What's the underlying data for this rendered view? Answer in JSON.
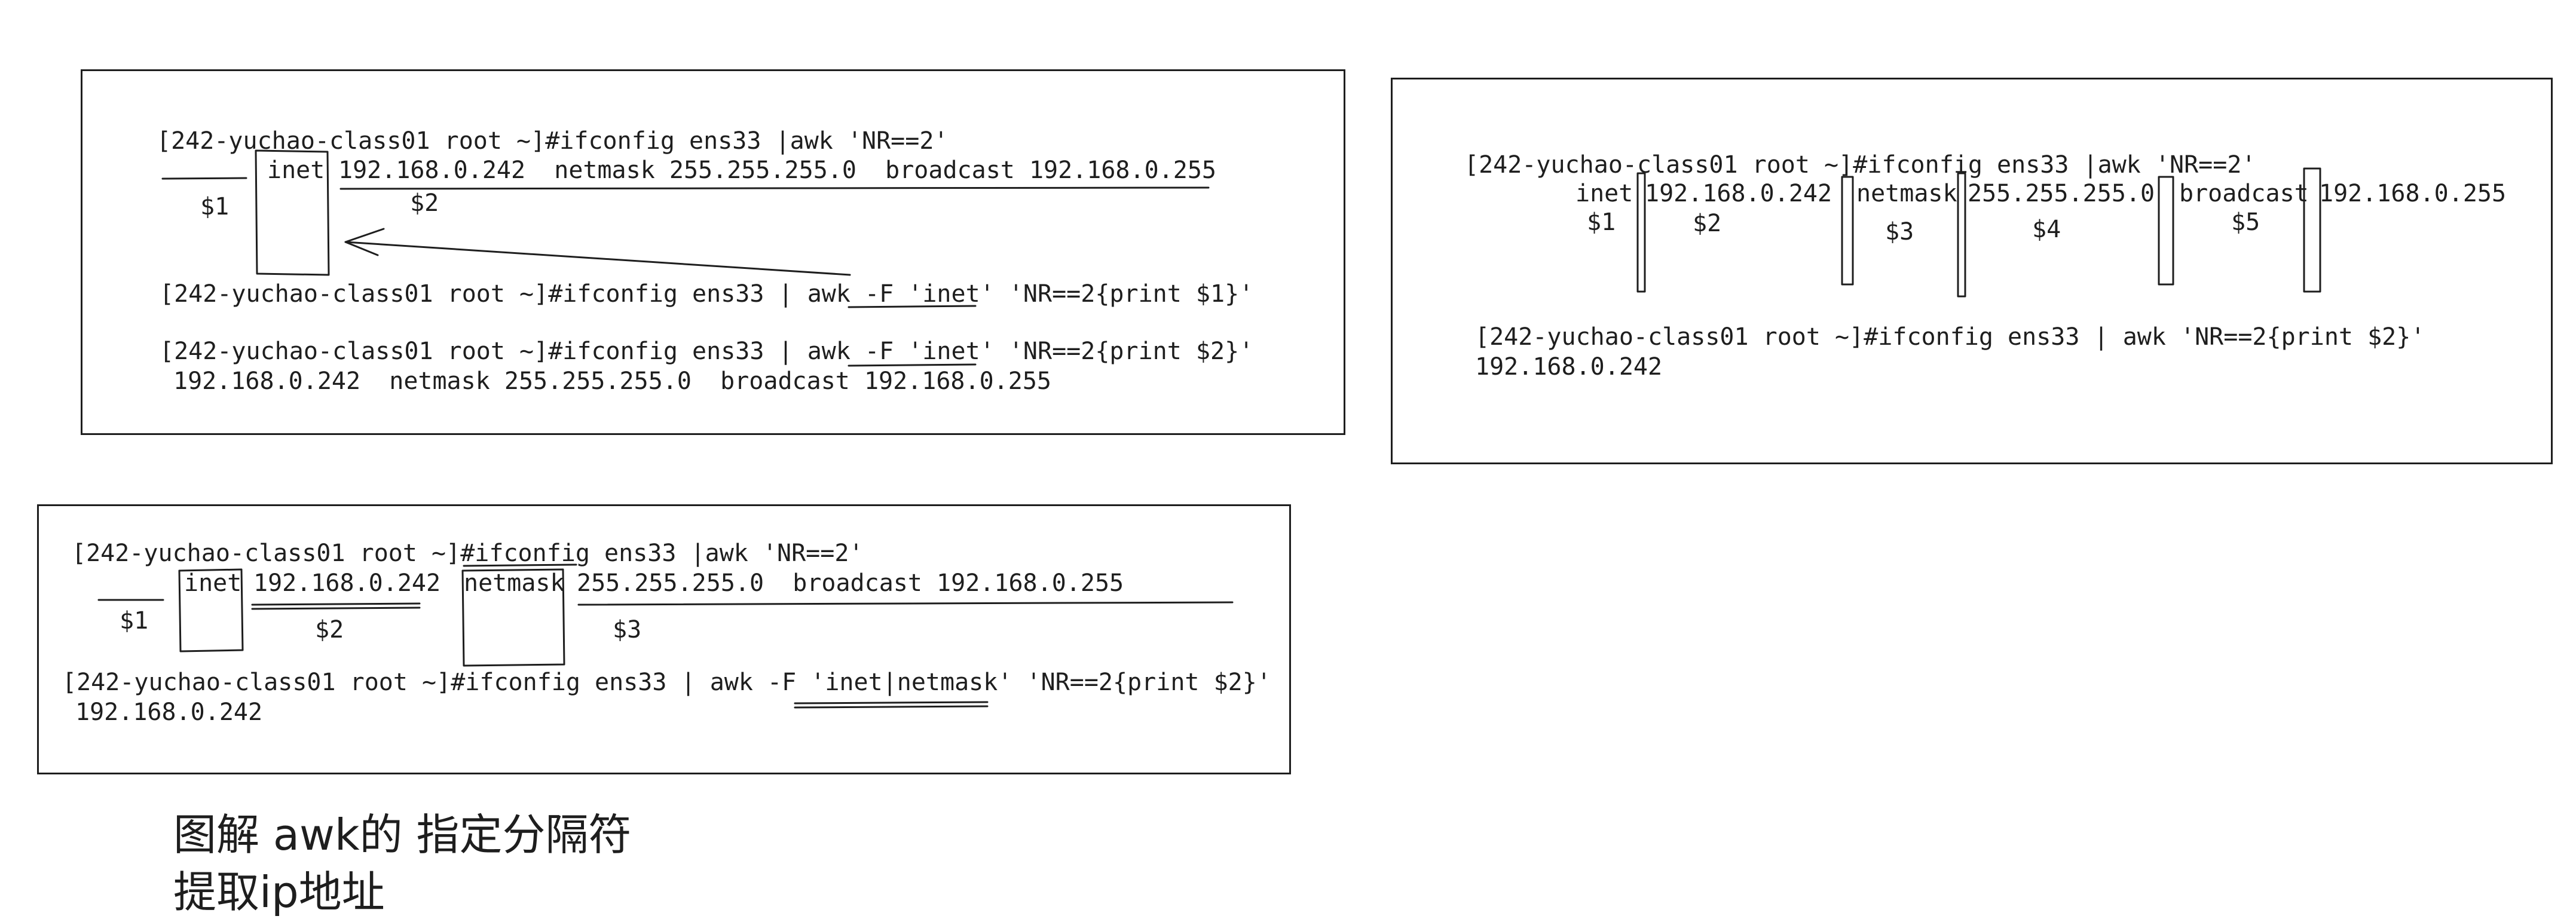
{
  "panel1": {
    "cmd1": "[242-yuchao-class01 root ~]#ifconfig ens33 |awk 'NR==2'",
    "out_inet": "inet",
    "out_rest": "192.168.0.242  netmask 255.255.255.0  broadcast 192.168.0.255",
    "label1": "$1",
    "label2": "$2",
    "cmd2": "[242-yuchao-class01 root ~]#ifconfig ens33 | awk -F 'inet' 'NR==2{print $1}'",
    "cmd3": "[242-yuchao-class01 root ~]#ifconfig ens33 | awk -F 'inet' 'NR==2{print $2}'",
    "out3": "192.168.0.242  netmask 255.255.255.0  broadcast 192.168.0.255"
  },
  "panel2": {
    "cmd1": "[242-yuchao-class01 root ~]#ifconfig ens33 |awk 'NR==2'",
    "f1": "inet",
    "f2": "192.168.0.242",
    "f3": "netmask",
    "f4": "255.255.255.0",
    "f5": "broadcast",
    "f6": "192.168.0.255",
    "label1": "$1",
    "label2": "$2",
    "label3": "$3",
    "label4": "$4",
    "label5": "$5",
    "cmd2": "[242-yuchao-class01 root ~]#ifconfig ens33 | awk 'NR==2{print $2}'",
    "out2": "192.168.0.242"
  },
  "panel3": {
    "cmd1": "[242-yuchao-class01 root ~]#ifconfig ens33 |awk 'NR==2'",
    "f_inet": "inet",
    "f_ip": "192.168.0.242",
    "f_netmask": "netmask",
    "f_rest": "255.255.255.0  broadcast 192.168.0.255",
    "label1": "$1",
    "label2": "$2",
    "label3": "$3",
    "cmd2": "[242-yuchao-class01 root ~]#ifconfig ens33 | awk -F 'inet|netmask' 'NR==2{print $2}'",
    "out2": "192.168.0.242"
  },
  "caption": {
    "line1": "图解 awk的 指定分隔符",
    "line2": "提取ip地址"
  }
}
